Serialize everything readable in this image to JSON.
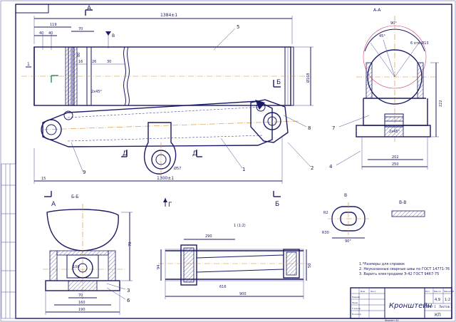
{
  "drawing": {
    "title": "Кронштейн",
    "scale": "1:2",
    "mass": "4,9",
    "sheet_label": "Лист 1",
    "sheets_label": "Листов 1",
    "stamp_sign": "КП",
    "format_label": "Формат А1"
  },
  "views": {
    "section_aa": "А-А",
    "section_bb": "Б-Б",
    "view_v": "В",
    "section_vv": "В-В",
    "view_g": "Г",
    "cut_a": "А",
    "cut_b": "Б",
    "cut_d": "Д"
  },
  "dimensions": {
    "total_top": "1384±1",
    "d_119": "119",
    "d_70": "70",
    "d_40a": "40",
    "d_40b": "40",
    "d_16": "16",
    "d_26": "26",
    "d_30": "30",
    "d_80": "80",
    "diam_168": "Ø168",
    "angle_45": "2x45°",
    "bottom_total": "1300±1",
    "d_15": "15",
    "diam_57": "Ø57",
    "aa_90": "90°",
    "aa_45": "45°",
    "aa_r": "6 отв Ø13",
    "aa_222": "222",
    "aa_202": "202",
    "aa_250": "250",
    "bb_78": "78",
    "bb_100": "100",
    "bb_70": "70",
    "bb_160": "160",
    "bb_190": "190",
    "g_290": "290",
    "g_150": "1 (1:2)",
    "g_616": "616",
    "g_94": "94",
    "g_900": "900",
    "v_r1": "R2",
    "v_r2": "R30",
    "v_90": "90°"
  },
  "leaders": [
    "1",
    "2",
    "3",
    "4",
    "5",
    "6",
    "7",
    "8",
    "9"
  ],
  "notes": [
    "1.*Размеры для справок",
    "2. Неуказанные сварные швы по ГОСТ 14771-76",
    "3. Варить электродами Э-42 ГОСТ 9467-75"
  ],
  "title_block": {
    "rows": [
      "Изм.",
      "Лист",
      "№ докум.",
      "Подп.",
      "Дата"
    ],
    "roles": [
      "Разраб.",
      "Пров.",
      "Т.контр.",
      "Н.контр.",
      "Утв."
    ],
    "cols": [
      "Лит.",
      "Масса",
      "Масштаб"
    ]
  }
}
